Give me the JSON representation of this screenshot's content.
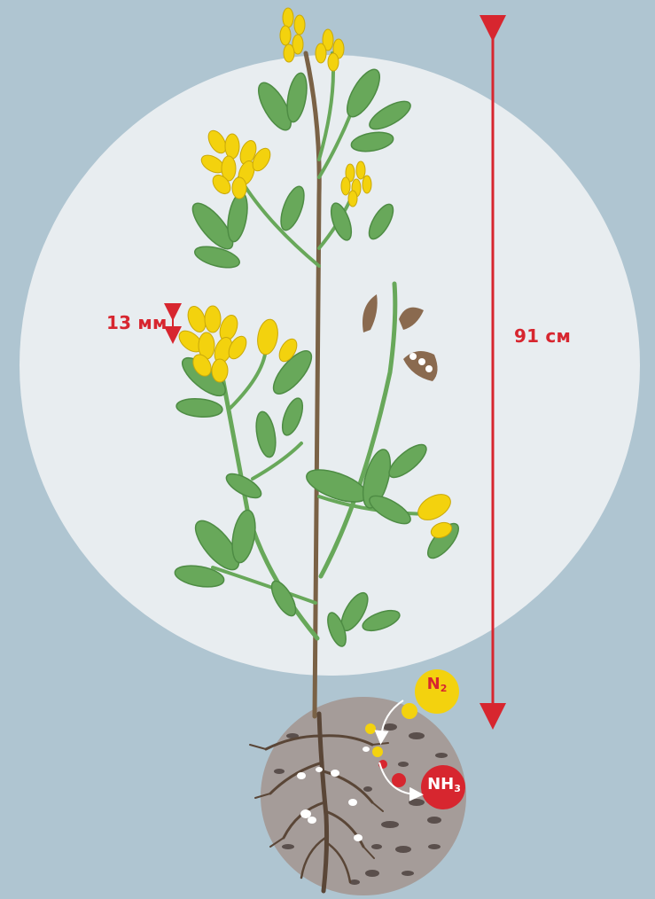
{
  "labels": {
    "flower_size": "13 мм",
    "plant_height": "91 см"
  },
  "chemistry": {
    "nitrogen_symbol": "N",
    "nitrogen_sub": "2",
    "ammonia_symbol": "NH",
    "ammonia_sub": "3"
  },
  "colors": {
    "background": "#afc5d1",
    "circle": "#e8edf0",
    "measure_red": "#d7262f",
    "leaf_green": "#68a85a",
    "flower_yellow": "#f3d20e",
    "soil": "#a59c99",
    "root": "#5a4637",
    "nitrogen_yellow": "#f3d20e",
    "ammonia_red": "#d7262f"
  },
  "icons": [
    "double-arrow-icon",
    "yellow-sweet-clover-plant",
    "soil-root-ball",
    "nitrogen-molecule-icon",
    "ammonia-molecule-icon"
  ]
}
